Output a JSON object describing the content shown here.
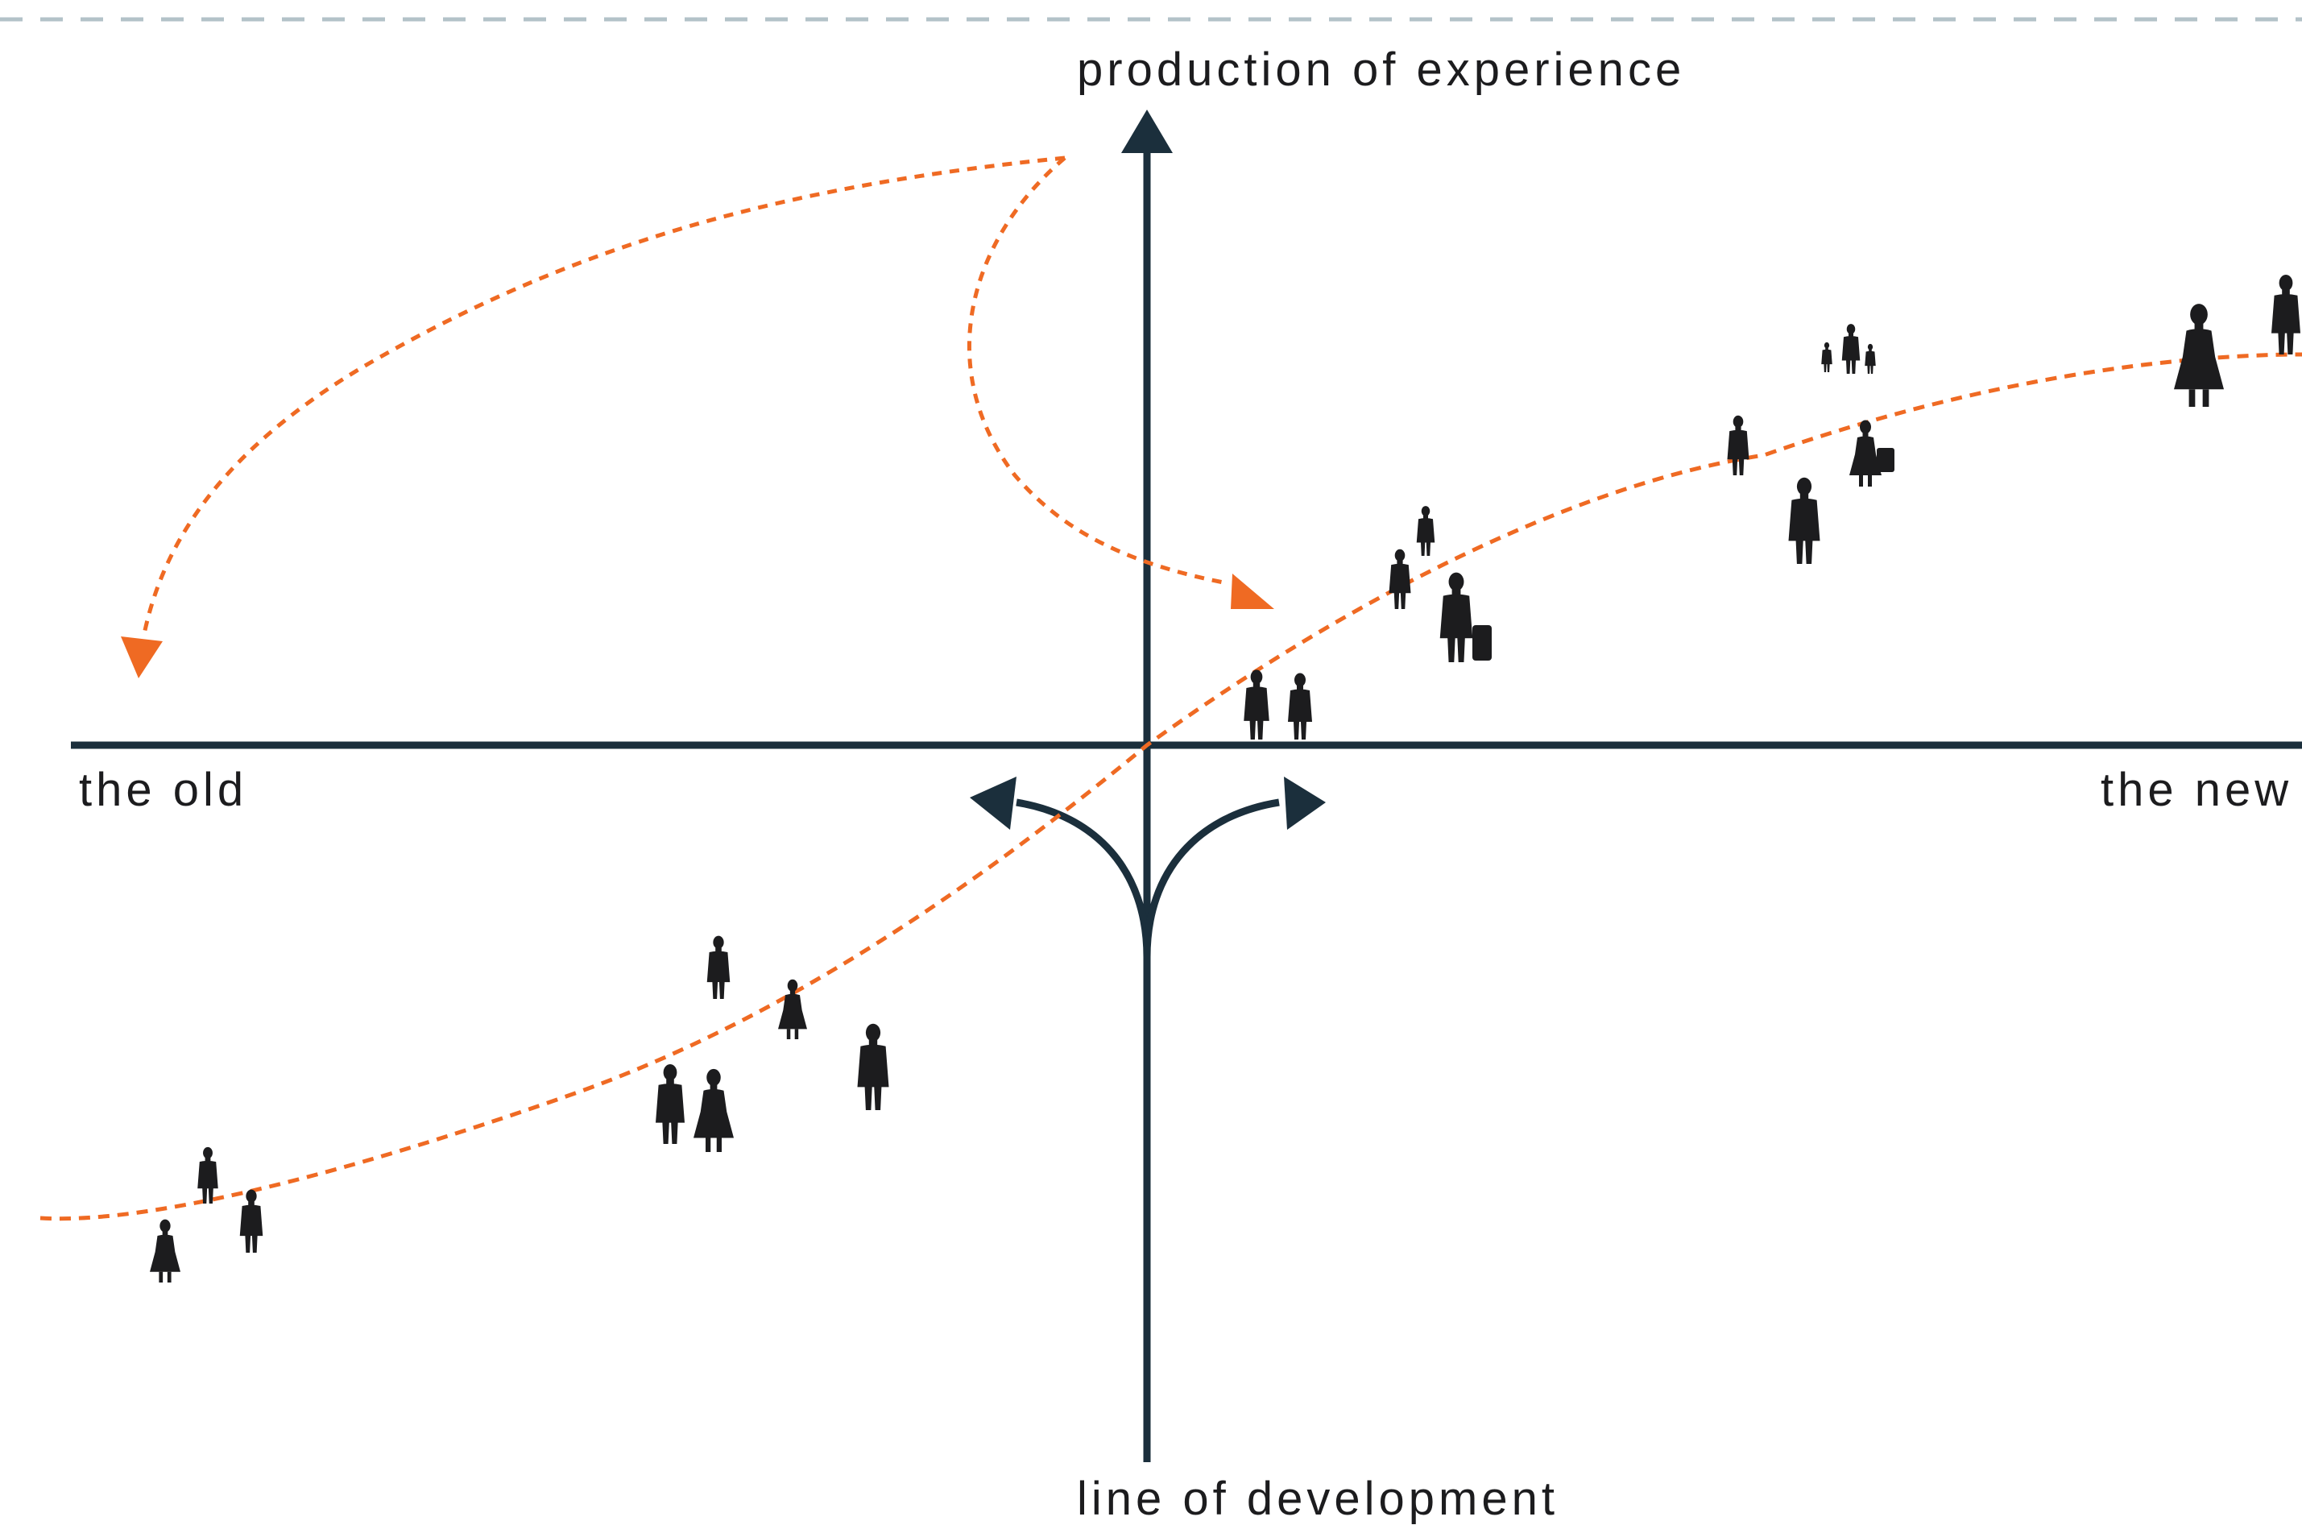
{
  "labels": {
    "y_top": "production of experience",
    "y_bottom": "line of development",
    "x_left": "the old",
    "x_right": "the new"
  },
  "colors": {
    "axis": "#1b2f3c",
    "curve": "#ef6a23",
    "figures": "#1c1c1e",
    "frame_dash": "#b3c2c8",
    "background": "#ffffff"
  }
}
